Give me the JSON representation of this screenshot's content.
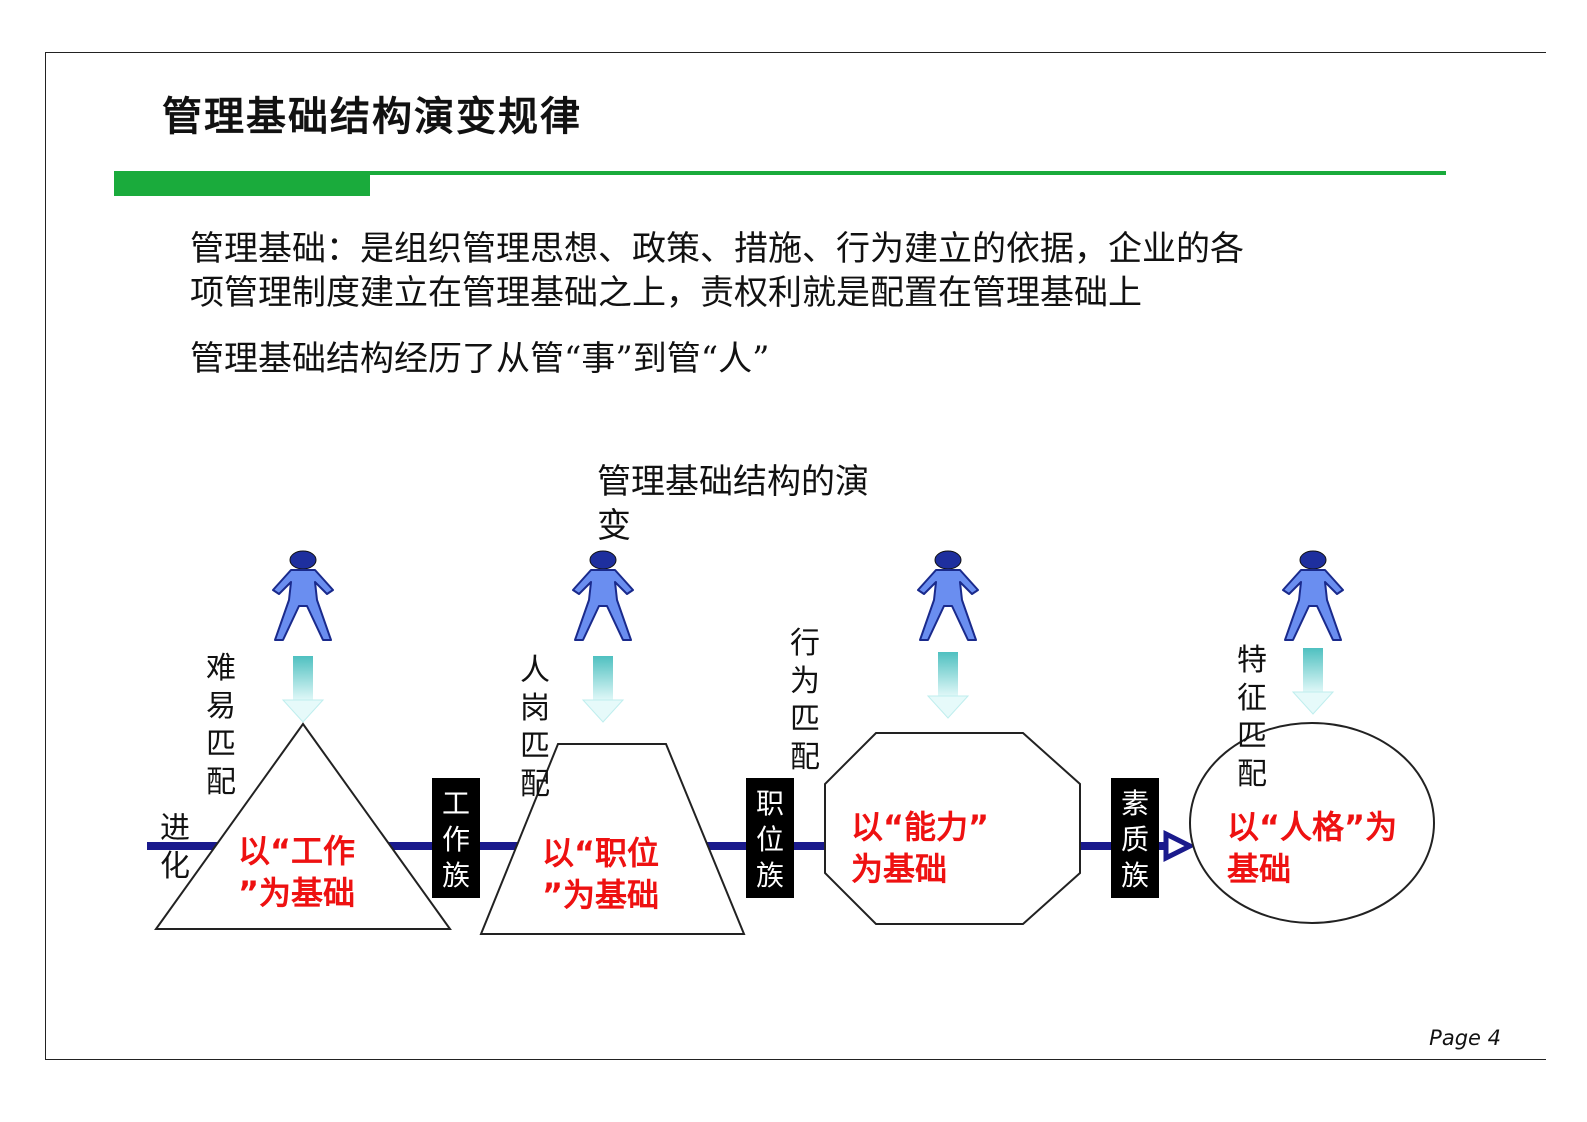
{
  "title": "管理基础结构演变规律",
  "paragraphs": {
    "line1": "管理基础：是组织管理思想、政策、措施、行为建立的依据，企业的各",
    "line2": "项管理制度建立在管理基础之上，责权利就是配置在管理基础上",
    "line3": "管理基础结构经历了从管“事”到管“人”"
  },
  "diagram": {
    "center_label_line1": "管理基础结构的演",
    "center_label_line2": "变",
    "axis_label": [
      "进",
      "化"
    ],
    "stages": [
      {
        "shape": "triangle",
        "text_line1": "以“工作",
        "text_line2": "”为基础",
        "match_label": [
          "难",
          "易",
          "匹",
          "配"
        ]
      },
      {
        "shape": "trapezoid",
        "text_line1": "以“职位",
        "text_line2": "”为基础",
        "match_label": [
          "人",
          "岗",
          "匹",
          "配"
        ]
      },
      {
        "shape": "octagon",
        "text_line1": "以“能力”",
        "text_line2": "为基础",
        "match_label": [
          "行",
          "为",
          "匹",
          "配"
        ]
      },
      {
        "shape": "ellipse",
        "text_line1": "以“人格”为",
        "text_line2": "基础",
        "match_label": [
          "特",
          "征",
          "匹",
          "配"
        ]
      }
    ],
    "connectors": [
      [
        "工",
        "作",
        "族"
      ],
      [
        "职",
        "位",
        "族"
      ],
      [
        "素",
        "质",
        "族"
      ]
    ],
    "colors": {
      "axis": "#1a1a8c",
      "person": "#6a8ef0",
      "person_head": "#1e2f9e",
      "arrow": "#7fd6d6",
      "stage_text": "#ee1111",
      "title_bar": "#1aab3c"
    },
    "icons": [
      "person-icon",
      "down-arrow-icon"
    ]
  },
  "footer": {
    "page": "Page 4"
  }
}
